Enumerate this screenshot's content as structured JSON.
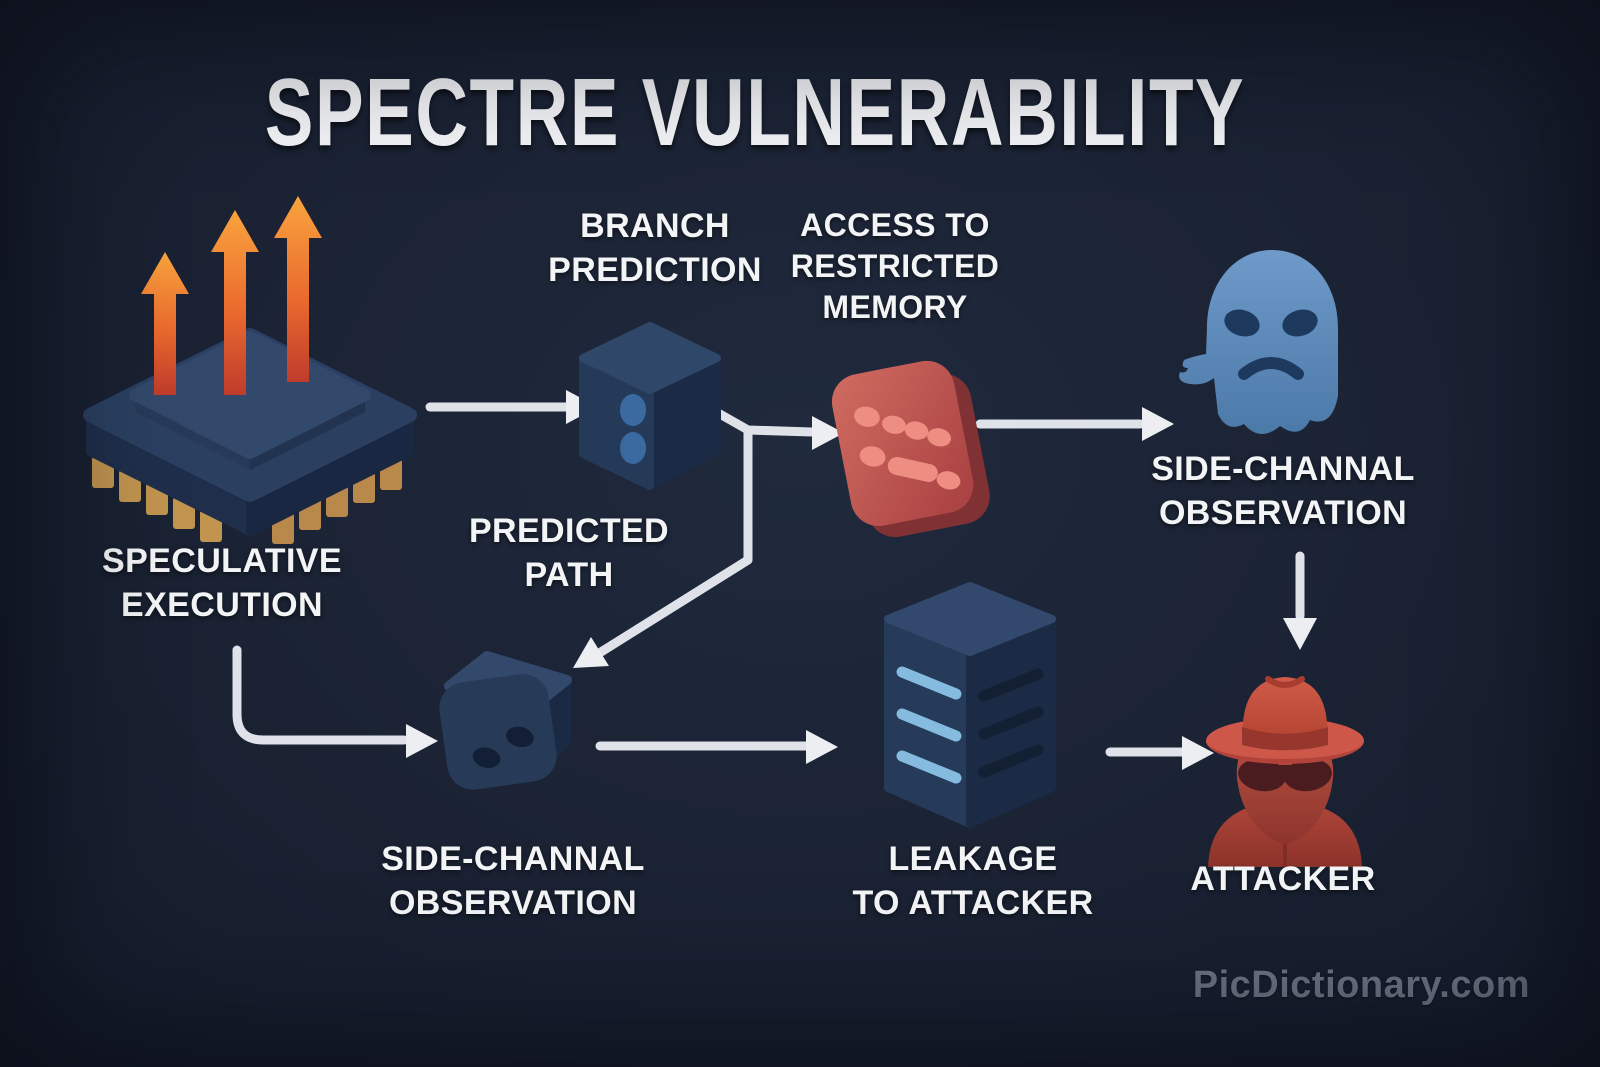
{
  "title": "SPECTRE VULNERABILITY",
  "watermark": "PicDictionary.com",
  "nodes": {
    "speculative_execution": {
      "label": "SPECULATIVE\nEXECUTION",
      "icon": "cpu-chip-up-arrows-icon"
    },
    "branch_prediction": {
      "label": "BRANCH\nPREDICTION",
      "icon": "prediction-cube-icon"
    },
    "restricted_memory": {
      "label": "ACCESS TO\nRESTRICTED\nMEMORY",
      "icon": "red-memory-block-icon"
    },
    "side_channel_top": {
      "label": "SIDE-CHANNAL\nOBSERVATION",
      "icon": "angry-ghost-icon"
    },
    "predicted_path": {
      "label": "PREDICTED\nPATH"
    },
    "side_channel_bottom": {
      "label": "SIDE-CHANNAL\nOBSERVATION",
      "icon": "observation-cube-icon"
    },
    "leakage": {
      "label": "LEAKAGE\nTO ATTACKER",
      "icon": "server-tower-icon"
    },
    "attacker": {
      "label": "ATTACKER",
      "icon": "red-spy-fedora-icon"
    }
  },
  "connections": [
    {
      "from": "speculative_execution",
      "to": "branch_prediction"
    },
    {
      "from": "branch_prediction",
      "to": "restricted_memory"
    },
    {
      "from": "branch_prediction",
      "to": "side_channel_bottom",
      "label": "PREDICTED PATH"
    },
    {
      "from": "restricted_memory",
      "to": "side_channel_top"
    },
    {
      "from": "side_channel_top",
      "to": "attacker"
    },
    {
      "from": "speculative_execution",
      "to": "side_channel_bottom"
    },
    {
      "from": "side_channel_bottom",
      "to": "leakage"
    },
    {
      "from": "leakage",
      "to": "attacker"
    }
  ],
  "colors": {
    "background": "#1a2233",
    "text": "#f3f4f6",
    "arrow": "#e2e5ea",
    "node_navy_front": "#253a58",
    "node_navy_top": "#2f4769",
    "node_navy_side": "#1b2b46",
    "node_red": "#c05553",
    "node_red_dots": "#ee8d82",
    "ghost_blue": "#6b95c4",
    "attacker_red": "#c64f40",
    "chip_arrow_orange_top": "#f9a43e",
    "chip_arrow_orange_bottom": "#bf3c2b",
    "pin_gold": "#c9975a",
    "slat_blue": "#84bbdf",
    "watermark": "#6e7687"
  }
}
